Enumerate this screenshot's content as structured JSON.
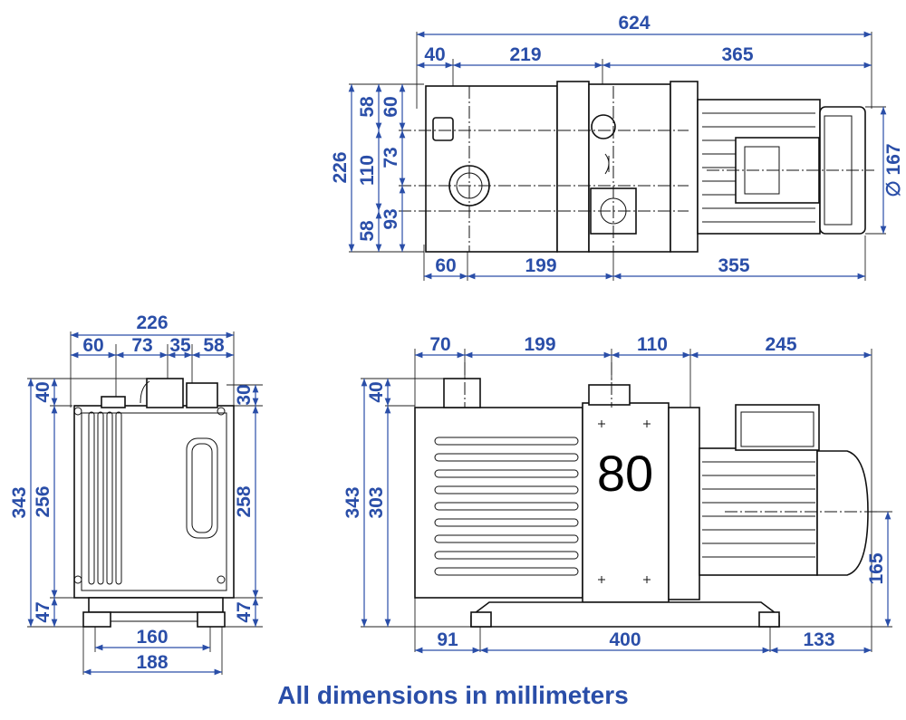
{
  "caption": "All dimensions in millimeters",
  "badge": "80",
  "top_view": {
    "overall": "624",
    "upper": [
      "40",
      "219",
      "365"
    ],
    "lower": [
      "60",
      "199",
      "355"
    ],
    "left_outer": "226",
    "left_mid": [
      "58",
      "110",
      "58"
    ],
    "left_inner": [
      "60",
      "73",
      "93"
    ],
    "diameter": "∅ 167"
  },
  "end_view": {
    "width": "226",
    "top": [
      "60",
      "73",
      "35",
      "58"
    ],
    "left_outer": "343",
    "left_inner": [
      "40",
      "256",
      "47"
    ],
    "right": [
      "30",
      "258",
      "47"
    ],
    "bottom_inner": "160",
    "bottom_outer": "188"
  },
  "side_view": {
    "top": [
      "70",
      "199",
      "110",
      "245"
    ],
    "left_outer": "343",
    "left_inner": [
      "40",
      "303"
    ],
    "right": "165",
    "bottom": [
      "91",
      "400",
      "133"
    ]
  },
  "colors": {
    "dimension": "#2a4ea8",
    "line": "#111111"
  }
}
